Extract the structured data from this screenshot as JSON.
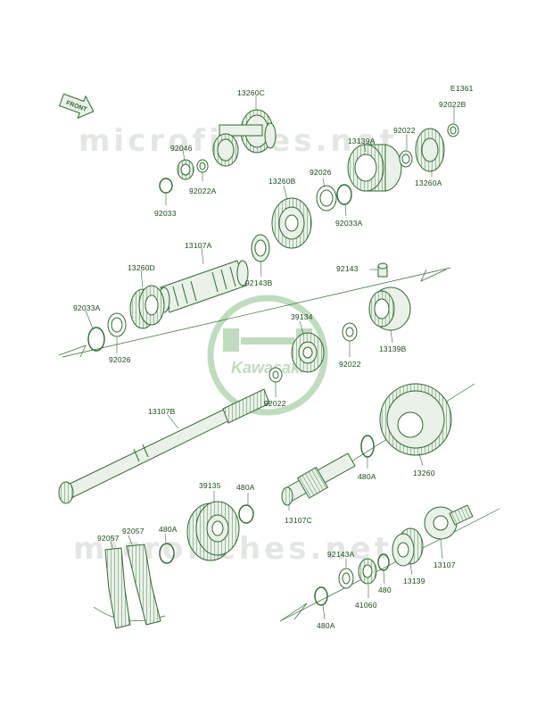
{
  "diagram_id": "E1361",
  "front_arrow_label": "FRONT",
  "watermark": "microfiches.net",
  "brand_logo_text": "Kawasaki",
  "parts": {
    "p13260C": "13260C",
    "p92022B": "92022B",
    "p92022_top": "92022",
    "p13139A": "13139A",
    "p92046": "92046",
    "p92022A": "92022A",
    "p92033": "92033",
    "p92026_top": "92026",
    "p13260B": "13260B",
    "p13260A": "13260A",
    "p92033A_top": "92033A",
    "p13107A": "13107A",
    "p92143": "92143",
    "p13260D": "13260D",
    "p92143B": "92143B",
    "p92033A_left": "92033A",
    "p39134": "39134",
    "p13139B": "13139B",
    "p92026_left": "92026",
    "p92022_mid": "92022",
    "p92022_center": "92022",
    "p13107B": "13107B",
    "p13260": "13260",
    "p39135": "39135",
    "p480A_mid": "480A",
    "p480A_right": "480A",
    "p13107C": "13107C",
    "p92057_right": "92057",
    "p92057_left": "92057",
    "p480A_left": "480A",
    "p92143A": "92143A",
    "p13107": "13107",
    "p480": "480",
    "p13139": "13139",
    "p41060": "41060",
    "p480A_bottom": "480A"
  },
  "colors": {
    "line": "#2f6a2f",
    "fill": "#e9f1e8",
    "label": "#1a4a1a",
    "watermark": "#e3e7e3",
    "logo": "#b9d9b7"
  }
}
